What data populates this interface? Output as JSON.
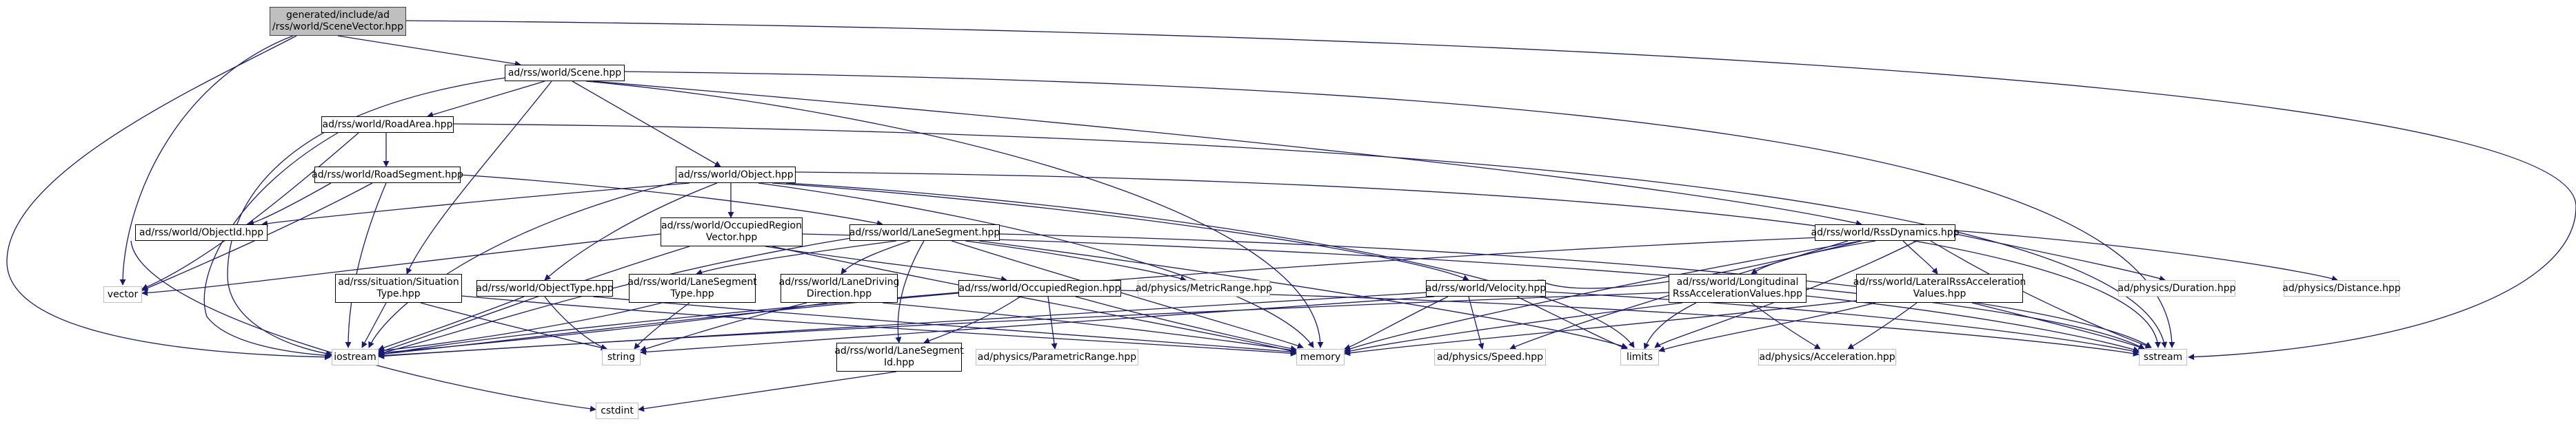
{
  "colors": {
    "edge": "#191970",
    "root_fill": "#bfbfbf",
    "ext_border": "#bfbfbf",
    "node_border": "#000000"
  },
  "nodes": {
    "root": {
      "lines": [
        "generated/include/ad",
        "/rss/world/SceneVector.hpp"
      ]
    },
    "scene": {
      "lines": [
        "ad/rss/world/Scene.hpp"
      ]
    },
    "roadarea": {
      "lines": [
        "ad/rss/world/RoadArea.hpp"
      ]
    },
    "roadsegment": {
      "lines": [
        "ad/rss/world/RoadSegment.hpp"
      ]
    },
    "object": {
      "lines": [
        "ad/rss/world/Object.hpp"
      ]
    },
    "objectid": {
      "lines": [
        "ad/rss/world/ObjectId.hpp"
      ]
    },
    "occregionvector": {
      "lines": [
        "ad/rss/world/OccupiedRegion",
        "Vector.hpp"
      ]
    },
    "lanesegment": {
      "lines": [
        "ad/rss/world/LaneSegment.hpp"
      ]
    },
    "rssdynamics": {
      "lines": [
        "ad/rss/world/RssDynamics.hpp"
      ]
    },
    "situationtype": {
      "lines": [
        "ad/rss/situation/Situation",
        "Type.hpp"
      ]
    },
    "objecttype": {
      "lines": [
        "ad/rss/world/ObjectType.hpp"
      ]
    },
    "lanesegmenttype": {
      "lines": [
        "ad/rss/world/LaneSegment",
        "Type.hpp"
      ]
    },
    "lanedrivingdirection": {
      "lines": [
        "ad/rss/world/LaneDriving",
        "Direction.hpp"
      ]
    },
    "occregion": {
      "lines": [
        "ad/rss/world/OccupiedRegion.hpp"
      ]
    },
    "velocity": {
      "lines": [
        "ad/rss/world/Velocity.hpp"
      ]
    },
    "longitudinal": {
      "lines": [
        "ad/rss/world/Longitudinal",
        "RssAccelerationValues.hpp"
      ]
    },
    "lateral": {
      "lines": [
        "ad/rss/world/LateralRssAcceleration",
        "Values.hpp"
      ]
    },
    "lanesegmentid": {
      "lines": [
        "ad/rss/world/LaneSegment",
        "Id.hpp"
      ]
    },
    "metricrange": {
      "lines": [
        "ad/physics/MetricRange.hpp"
      ]
    },
    "duration": {
      "lines": [
        "ad/physics/Duration.hpp"
      ]
    },
    "distance": {
      "lines": [
        "ad/physics/Distance.hpp"
      ]
    },
    "parametricrange": {
      "lines": [
        "ad/physics/ParametricRange.hpp"
      ]
    },
    "speed": {
      "lines": [
        "ad/physics/Speed.hpp"
      ]
    },
    "acceleration": {
      "lines": [
        "ad/physics/Acceleration.hpp"
      ]
    },
    "vector": {
      "lines": [
        "vector"
      ]
    },
    "iostream": {
      "lines": [
        "iostream"
      ]
    },
    "string": {
      "lines": [
        "string"
      ]
    },
    "memory": {
      "lines": [
        "memory"
      ]
    },
    "limits": {
      "lines": [
        "limits"
      ]
    },
    "sstream": {
      "lines": [
        "sstream"
      ]
    },
    "cstdint": {
      "lines": [
        "cstdint"
      ]
    }
  }
}
